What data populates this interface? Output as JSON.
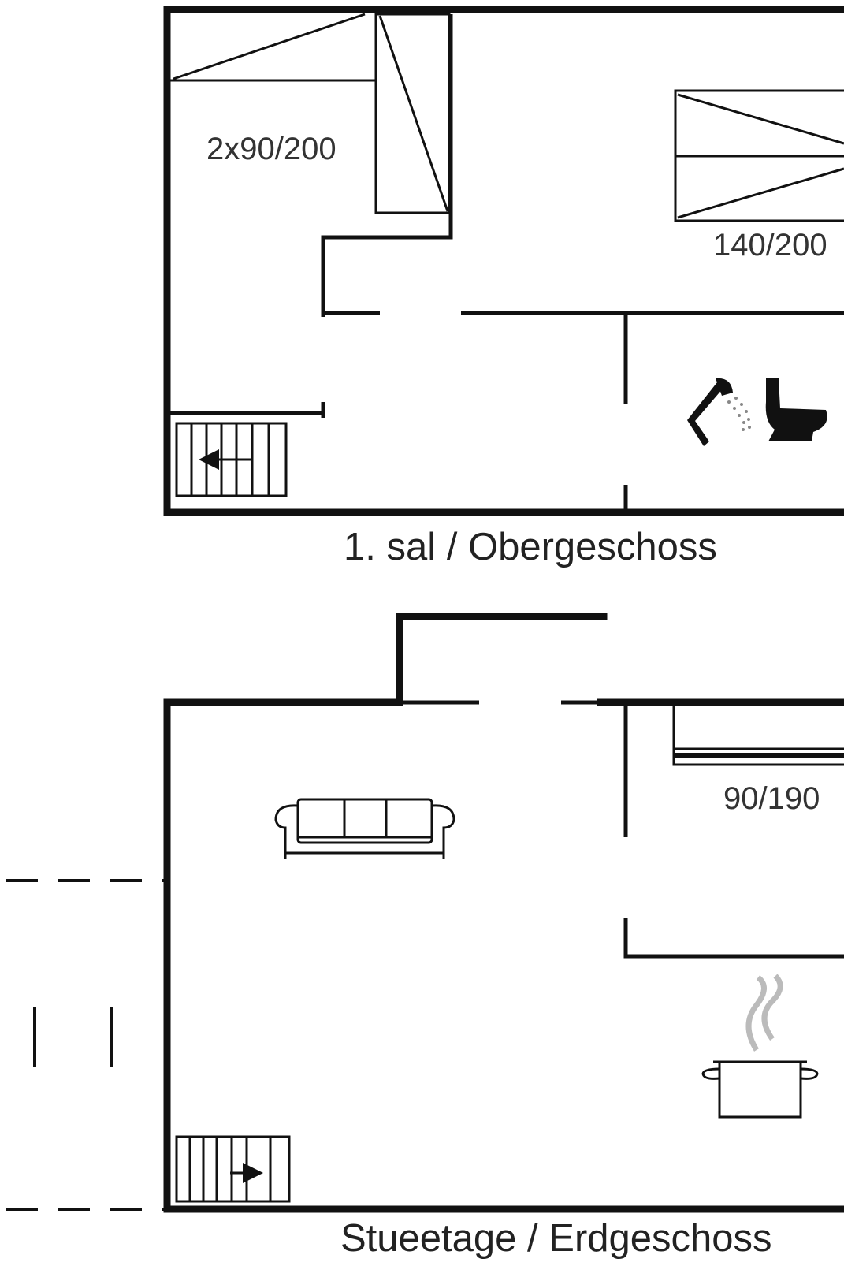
{
  "floors": {
    "upper": {
      "title": "1. sal / Obergeschoss",
      "bed_left": "2x90/200",
      "bed_right": "140/200",
      "icons": [
        "stairs-icon",
        "shower-icon",
        "toilet-icon"
      ]
    },
    "ground": {
      "title": "Stueetage / Erdgeschoss",
      "bed": "90/190",
      "icons": [
        "sofa-icon",
        "cooking-pot-icon",
        "stairs-icon"
      ]
    }
  }
}
